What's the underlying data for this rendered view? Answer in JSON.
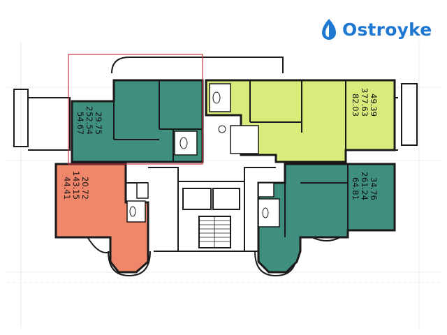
{
  "brand": {
    "name": "Ostroyke",
    "icon": "ostroyke-logo-icon",
    "color": "#1e78d2"
  },
  "colors": {
    "teal": "#3f8f7f",
    "lime": "#d8ec7b",
    "salmon": "#f0866a",
    "wall": "#1a1a1a",
    "selection": "#cc3344"
  },
  "apartments": [
    {
      "id": "apt-2-top-left",
      "rooms": "2",
      "living": "29.75",
      "area": "52.54",
      "total": "54.67"
    },
    {
      "id": "apt-3-top-right",
      "rooms": "3",
      "living": "49.39",
      "area": "77.63",
      "total": "82.03"
    },
    {
      "id": "apt-1-left",
      "rooms": "1",
      "living": "20.72",
      "area": "43.15",
      "total": "44.41"
    },
    {
      "id": "apt-2-right",
      "rooms": "2",
      "living": "34.76",
      "area": "61.24",
      "total": "64.81"
    }
  ]
}
